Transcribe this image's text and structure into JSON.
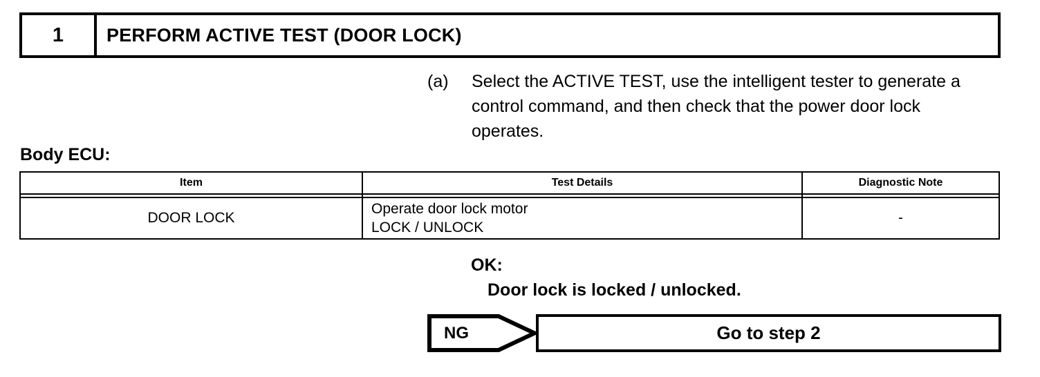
{
  "step_header": {
    "number": "1",
    "title": "PERFORM ACTIVE TEST (DOOR LOCK)"
  },
  "instruction": {
    "marker": "(a)",
    "text": "Select the ACTIVE TEST, use the intelligent tester to generate a control command, and then check that the power door lock operates."
  },
  "section": {
    "label": "Body ECU:"
  },
  "table": {
    "columns": [
      "Item",
      "Test Details",
      "Diagnostic Note"
    ],
    "rows": [
      {
        "item": "DOOR LOCK",
        "test_details_line1": "Operate door lock motor",
        "test_details_line2": "LOCK / UNLOCK",
        "diagnostic_note": "-"
      }
    ]
  },
  "result": {
    "ok_label": "OK:",
    "ok_text": "Door lock is locked / unlocked."
  },
  "flow": {
    "ng_label": "NG",
    "next_step_label": "Go to step 2"
  },
  "colors": {
    "ink": "#000000",
    "paper": "#ffffff"
  }
}
